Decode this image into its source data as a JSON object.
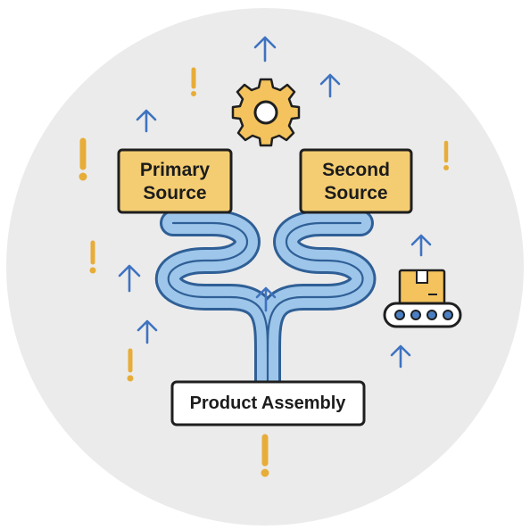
{
  "diagram": {
    "source_boxes": [
      {
        "line1": "Primary",
        "line2": "Source"
      },
      {
        "line1": "Second",
        "line2": "Source"
      }
    ],
    "assembly_label": "Product Assembly",
    "icons": [
      "gear-icon",
      "box-on-conveyor-icon",
      "up-arrow-icon",
      "exclamation-icon"
    ],
    "colors": {
      "background_circle": "#ebebeb",
      "source_box_fill": "#f4cd72",
      "source_box_stroke": "#1f1f1f",
      "pipe_fill": "#9ec6ea",
      "pipe_stroke": "#2f5f96",
      "arrow": "#3f73c0",
      "exclamation": "#e7ad38",
      "gear": "#f4c35d"
    }
  }
}
